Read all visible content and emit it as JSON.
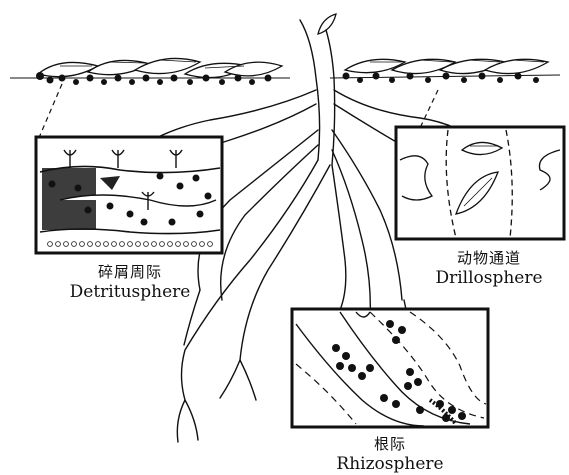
{
  "labels": {
    "detritusphere": {
      "zh": "碎屑周际",
      "en": "Detritusphere"
    },
    "drillosphere": {
      "zh": "动物通道",
      "en": "Drillosphere"
    },
    "rhizosphere": {
      "zh": "根际",
      "en": "Rhizosphere"
    }
  },
  "colors": {
    "ink": "#111111",
    "paper": "#ffffff"
  }
}
